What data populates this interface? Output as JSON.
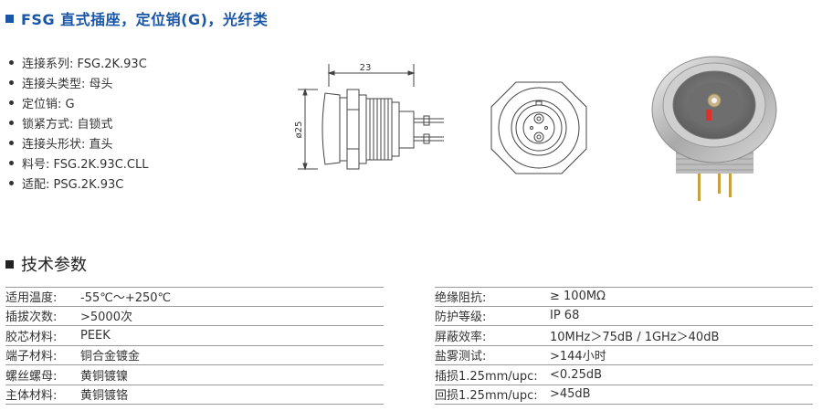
{
  "title": "FSG 直式插座，定位销(G)，光纤类",
  "specs": [
    "连接系列: FSG.2K.93C",
    "连接头类型: 母头",
    "定位销: G",
    "锁紧方式: 自锁式",
    "连接头形状: 直头",
    "料号: FSG.2K.93C.CLL",
    "适配: PSG.2K.93C"
  ],
  "drawing": {
    "width_dim": "23",
    "diameter_dim": "ø25"
  },
  "section2_title": "技术参数",
  "params_left": [
    {
      "label": "适用温度:",
      "value": "-55℃～+250℃"
    },
    {
      "label": "插拔次数:",
      "value": ">5000次"
    },
    {
      "label": "胶芯材料:",
      "value": "PEEK"
    },
    {
      "label": "端子材料:",
      "value": "铜合金镀金"
    },
    {
      "label": "螺丝螺母:",
      "value": "黄铜镀镍"
    },
    {
      "label": "主体材料:",
      "value": "黄铜镀铬"
    }
  ],
  "params_right": [
    {
      "label": "绝缘阻抗:",
      "value": "≥ 100MΩ"
    },
    {
      "label": "防护等级:",
      "value": "IP 68"
    },
    {
      "label": "屏蔽效率:",
      "value": "10MHz＞75dB / 1GHz＞40dB"
    },
    {
      "label": "盐雾测试:",
      "value": ">144小时"
    },
    {
      "label": "插损1.25mm/upc:",
      "value": "<0.25dB"
    },
    {
      "label": "回损1.25mm/upc:",
      "value": ">45dB"
    }
  ]
}
